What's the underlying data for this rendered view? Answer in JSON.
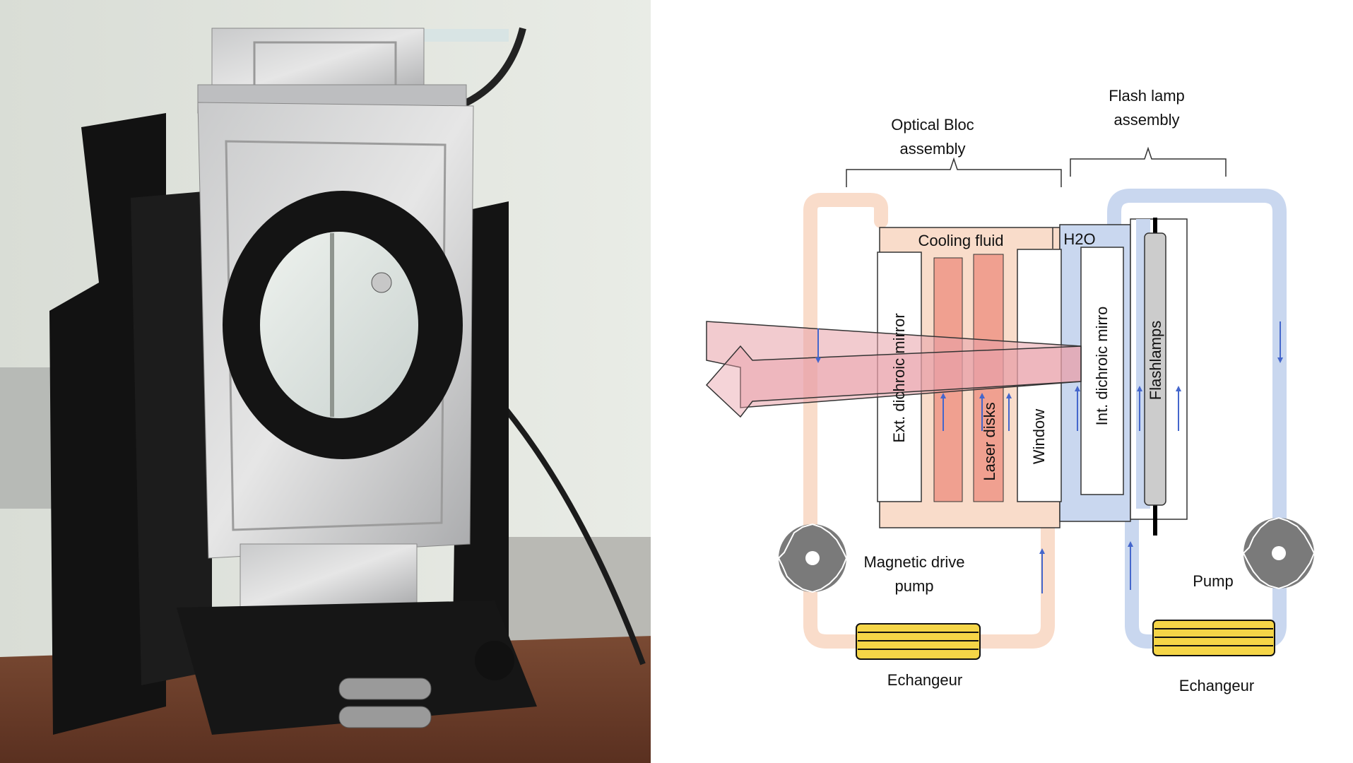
{
  "labels": {
    "optical_bloc_line1": "Optical Bloc",
    "optical_bloc_line2": "assembly",
    "flash_lamp_line1": "Flash lamp",
    "flash_lamp_line2": "assembly",
    "cooling_fluid": "Cooling fluid",
    "h2o": "H2O",
    "ext_dichroic_mirror": "Ext. dichroic mirror",
    "laser_disks": "Laser disks",
    "window": "Window",
    "int_dichroic_mirror": "Int. dichroic mirro",
    "flashlamps": "Flashlamps",
    "magnetic_pump_line1": "Magnetic drive",
    "magnetic_pump_line2": "pump",
    "pump": "Pump",
    "echangeur_left": "Echangeur",
    "echangeur_right": "Echangeur"
  },
  "colors": {
    "cooling_loop": "#f9dcca",
    "water_loop": "#c9d7ef",
    "laser_disk": "#f0a090",
    "beam": "#e8a0a8",
    "flow_arrow": "#4466cc",
    "exchanger": "#f5d547",
    "pump_icon": "#7a7a7a",
    "flashlamp_tube": "#cccccc"
  },
  "icons": {
    "pump_left": "pump-icon",
    "pump_right": "pump-icon",
    "exchanger_left": "exchanger-icon",
    "exchanger_right": "exchanger-icon"
  }
}
